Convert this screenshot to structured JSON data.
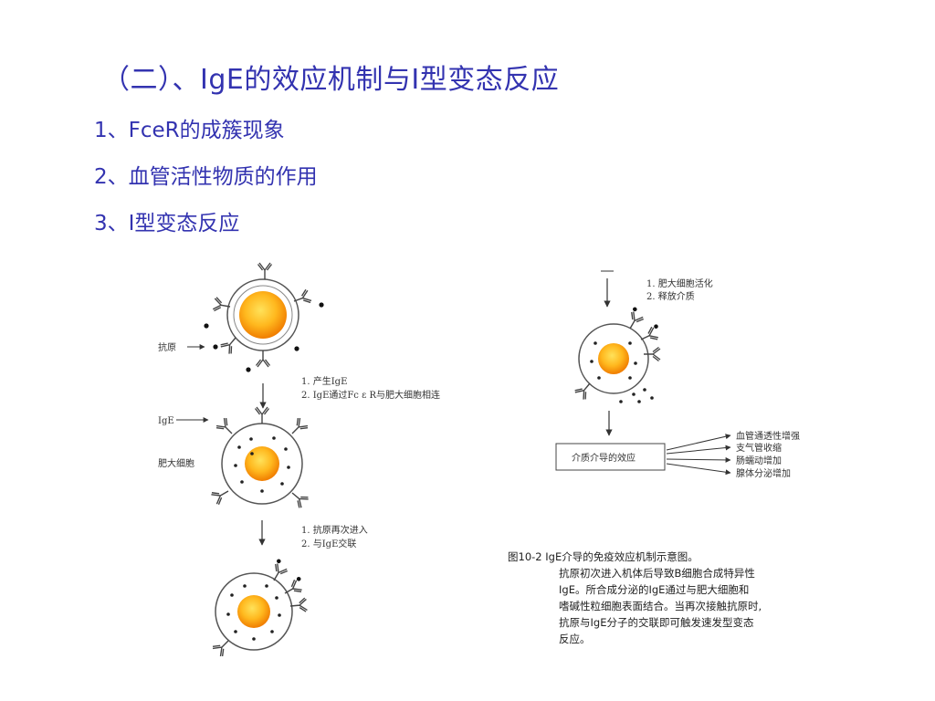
{
  "slide": {
    "title": "（二）、IgE的效应机制与I型变态反应",
    "points": [
      "1、FceR的成簇现象",
      "2、血管活性物质的作用",
      "3、I型变态反应"
    ]
  },
  "figure": {
    "antigen_label": "抗原",
    "ige_label": "IgE",
    "mast_cell_label": "肥大细胞",
    "step1": [
      "1. 产生IgE",
      "2. IgE通过Fc ε R与肥大细胞相连"
    ],
    "step2": [
      "1. 抗原再次进入",
      "2. 与IgE交联"
    ],
    "right_steps": [
      "1. 肥大细胞活化",
      "2. 释放介质"
    ],
    "box_label": "介质介导的效应",
    "effects": [
      "血管通透性增强",
      "支气管收缩",
      "肠蠕动增加",
      "腺体分泌增加"
    ],
    "caption": [
      "图10-2  IgE介导的免疫效应机制示意图。",
      "抗原初次进入机体后导致B细胞合成特异性",
      "IgE。所合成分泌的IgE通过与肥大细胞和",
      "嗜碱性粒细胞表面结合。当再次接触抗原时,",
      "抗原与IgE分子的交联即可触发速发型变态",
      "反应。"
    ]
  },
  "colors": {
    "title": "#3333b0",
    "nucleus_center": "#ffd23c",
    "nucleus_edge": "#f07d00"
  }
}
